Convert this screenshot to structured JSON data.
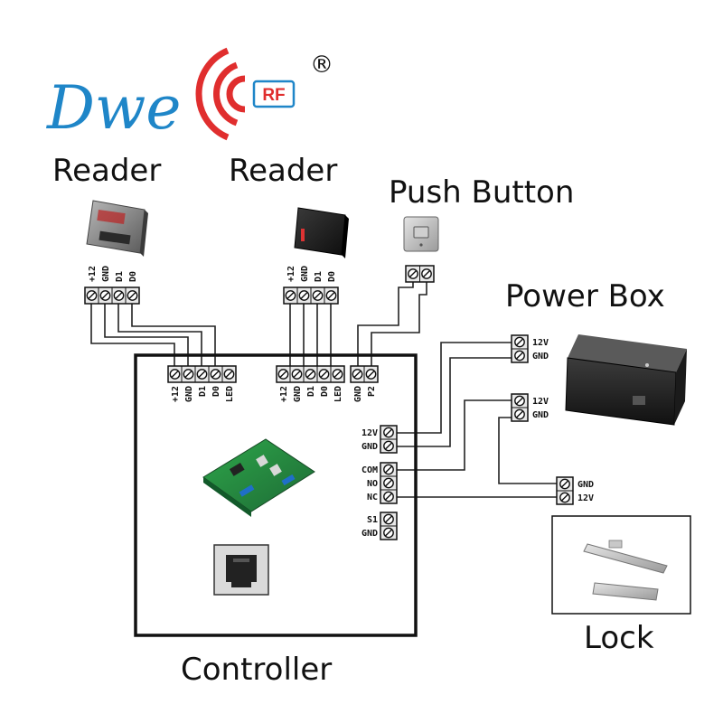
{
  "brand": {
    "logo_text": "Dwe",
    "rf_label": "RF",
    "registered_mark": "®",
    "colors": {
      "blue": "#1f86c8",
      "red": "#e02e2e"
    }
  },
  "titles": {
    "reader_left": "Reader",
    "reader_right": "Reader",
    "push_button": "Push Button",
    "power_box": "Power Box",
    "lock": "Lock",
    "controller": "Controller"
  },
  "terminals": {
    "reader1": [
      "+12",
      "GND",
      "D1",
      "D0"
    ],
    "reader2": [
      "+12",
      "GND",
      "D1",
      "D0"
    ],
    "ctrl_reader1": [
      "+12",
      "GND",
      "D1",
      "D0",
      "LED"
    ],
    "ctrl_reader2": [
      "+12",
      "GND",
      "D1",
      "D0",
      "LED"
    ],
    "ctrl_button": [
      "GND",
      "P2"
    ],
    "ctrl_power": [
      "12V",
      "GND"
    ],
    "ctrl_relay": [
      "COM",
      "NO",
      "NC"
    ],
    "ctrl_sensor": [
      "S1",
      "GND"
    ],
    "psu_top": [
      "12V",
      "GND"
    ],
    "psu_bottom": [
      "12V",
      "GND"
    ],
    "lock": [
      "GND",
      "12V"
    ]
  },
  "icons": [
    "keypad-reader-icon",
    "card-reader-icon",
    "push-button-icon",
    "power-box-icon",
    "magnetic-lock-icon",
    "controller-board-icon",
    "rj45-port-icon"
  ]
}
